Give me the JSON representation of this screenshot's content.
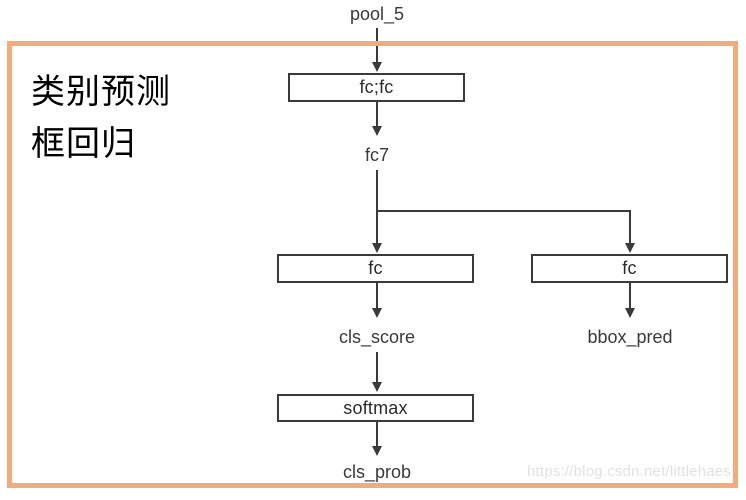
{
  "diagram": {
    "title_cn_line1": "类别预测",
    "title_cn_line2": "框回归",
    "frame_color": "#f2ac7c",
    "node_border_color": "#3a3a3a",
    "edge_color": "#3a3a3a",
    "background_color": "#ffffff"
  },
  "nodes": {
    "fc_fc": "fc;fc",
    "fc_cls": "fc",
    "fc_bbox": "fc",
    "softmax": "softmax"
  },
  "tensors": {
    "pool_5": "pool_5",
    "fc7": "fc7",
    "cls_score": "cls_score",
    "bbox_pred": "bbox_pred",
    "cls_prob": "cls_prob"
  },
  "watermark": {
    "text": "https://blog.csdn.net/littlehaes"
  }
}
